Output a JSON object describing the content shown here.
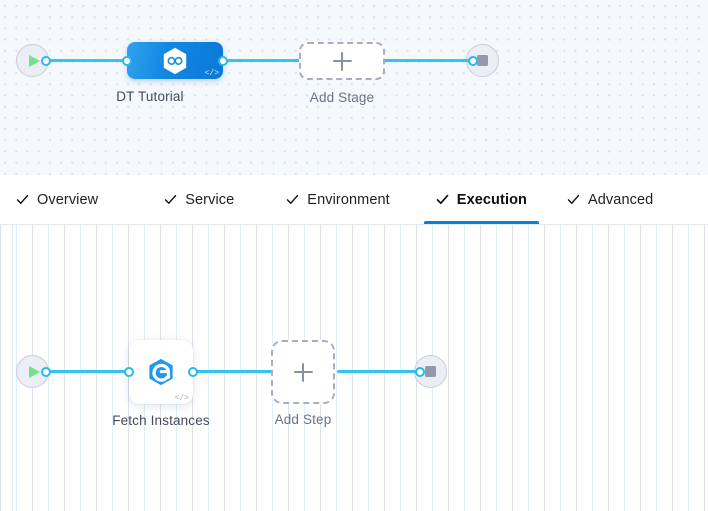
{
  "stage_canvas": {
    "name": "pipeline-stage-canvas",
    "start_node": {
      "icon": "play-icon",
      "label": "Start"
    },
    "end_node": {
      "icon": "stop-icon",
      "label": "End"
    },
    "stage": {
      "label": "DT Tutorial",
      "icon": "hexagon-infinity-icon",
      "badge_icon": "code-icon",
      "badge_text": "</>",
      "color_start": "#2fa3ec",
      "color_end": "#0b79d8"
    },
    "add_stage": {
      "label": "Add Stage",
      "icon": "plus-icon"
    },
    "link_color": "#35c3f2",
    "port_color": "#2ab8ef",
    "background_color": "#f3f9fc"
  },
  "tabs": {
    "name": "pipeline-tab-bar",
    "active_color": "#0b7fd4",
    "items": [
      {
        "label": "Overview",
        "icon": "check-icon",
        "active": false
      },
      {
        "label": "Service",
        "icon": "check-icon",
        "active": false
      },
      {
        "label": "Environment",
        "icon": "check-icon",
        "active": false
      },
      {
        "label": "Execution",
        "icon": "check-icon",
        "active": true
      },
      {
        "label": "Advanced",
        "icon": "check-icon",
        "active": false
      }
    ]
  },
  "step_canvas": {
    "name": "execution-step-canvas",
    "start_node": {
      "icon": "play-icon",
      "label": "Start"
    },
    "end_node": {
      "icon": "stop-icon",
      "label": "End"
    },
    "step": {
      "label": "Fetch Instances",
      "icon": "hexagon-spiral-icon",
      "badge_icon": "code-icon",
      "badge_text": "</>",
      "icon_color": "#1f8ae0"
    },
    "add_step": {
      "label": "Add Step",
      "icon": "plus-icon"
    },
    "link_color": "#35c3f2",
    "port_color": "#2ab8ef",
    "background_color": "#ffffff"
  }
}
